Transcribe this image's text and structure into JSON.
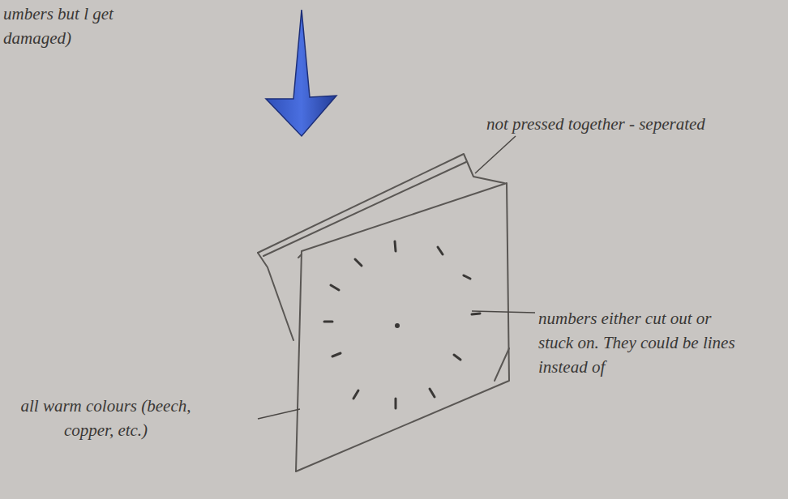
{
  "diagram": {
    "labels": [
      "umbers but l get damaged)",
      "not pressed together - seperated",
      "numbers either cut out or stuck on. They could be lines instead of",
      "all warm colours (beech, copper, etc.)"
    ]
  }
}
